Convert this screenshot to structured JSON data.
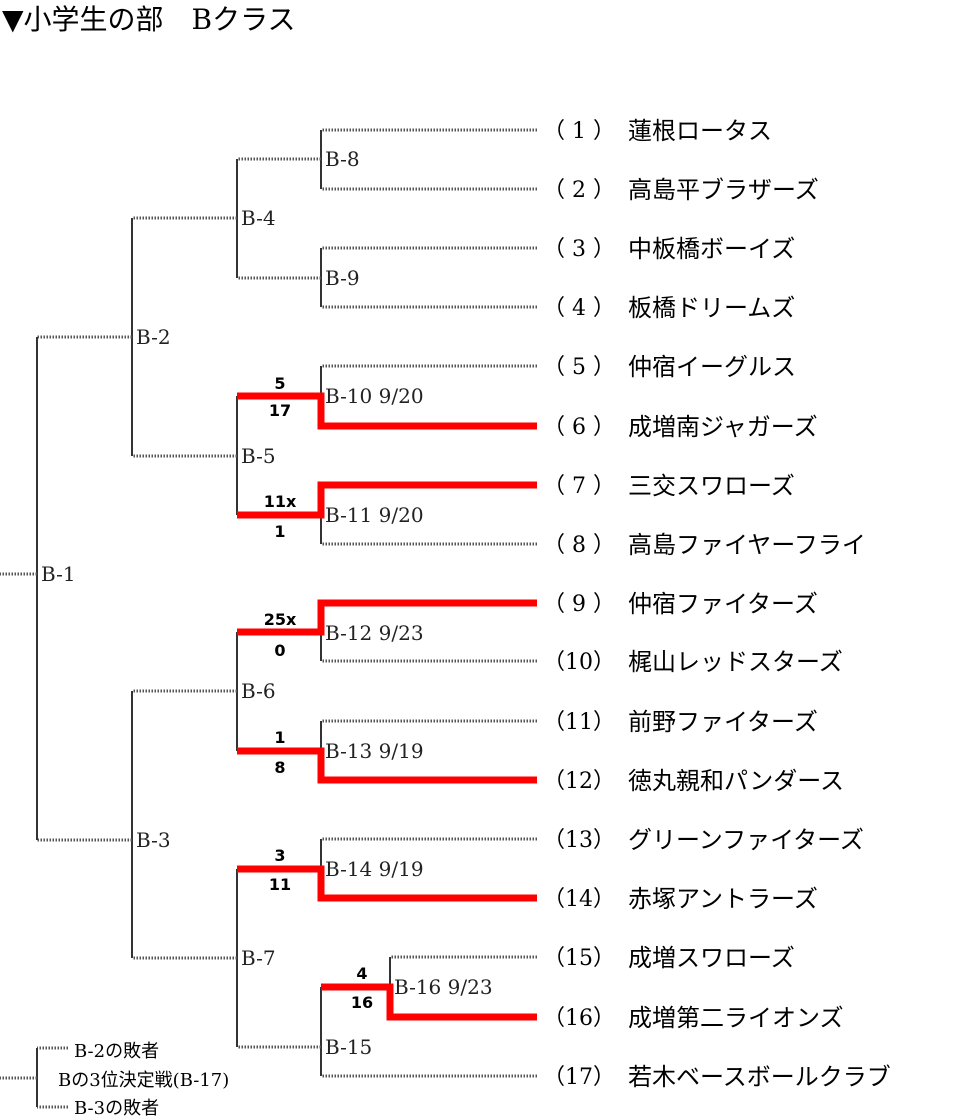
{
  "title": "▼小学生の部　Bクラス",
  "teams": [
    {
      "seed": "（ 1 ）",
      "name": "蓮根ロータス"
    },
    {
      "seed": "（ 2 ）",
      "name": "高島平ブラザーズ"
    },
    {
      "seed": "（ 3 ）",
      "name": "中板橋ボーイズ"
    },
    {
      "seed": "（ 4 ）",
      "name": "板橋ドリームズ"
    },
    {
      "seed": "（ 5 ）",
      "name": "仲宿イーグルス"
    },
    {
      "seed": "（ 6 ）",
      "name": "成増南ジャガーズ"
    },
    {
      "seed": "（ 7 ）",
      "name": "三交スワローズ"
    },
    {
      "seed": "（ 8 ）",
      "name": "高島ファイヤーフライ"
    },
    {
      "seed": "（ 9 ）",
      "name": "仲宿ファイターズ"
    },
    {
      "seed": "（10）",
      "name": "梶山レッドスターズ"
    },
    {
      "seed": "（11）",
      "name": "前野ファイターズ"
    },
    {
      "seed": "（12）",
      "name": "徳丸親和パンダース"
    },
    {
      "seed": "（13）",
      "name": "グリーンファイターズ"
    },
    {
      "seed": "（14）",
      "name": "赤塚アントラーズ"
    },
    {
      "seed": "（15）",
      "name": "成増スワローズ"
    },
    {
      "seed": "（16）",
      "name": "成増第二ライオンズ"
    },
    {
      "seed": "（17）",
      "name": "若木ベースボールクラブ"
    }
  ],
  "matches": {
    "b1": {
      "label": "B-1"
    },
    "b2": {
      "label": "B-2"
    },
    "b3": {
      "label": "B-3"
    },
    "b4": {
      "label": "B-4"
    },
    "b5": {
      "label": "B-5"
    },
    "b6": {
      "label": "B-6"
    },
    "b7": {
      "label": "B-7"
    },
    "b8": {
      "label": "B-8"
    },
    "b9": {
      "label": "B-9"
    },
    "b10": {
      "label": "B-10 9/20",
      "score_top": "5",
      "score_bottom": "17"
    },
    "b11": {
      "label": "B-11 9/20",
      "score_top": "11x",
      "score_bottom": "1"
    },
    "b12": {
      "label": "B-12 9/23",
      "score_top": "25x",
      "score_bottom": "0"
    },
    "b13": {
      "label": "B-13 9/19",
      "score_top": "1",
      "score_bottom": "8"
    },
    "b14": {
      "label": "B-14 9/19",
      "score_top": "3",
      "score_bottom": "11"
    },
    "b15": {
      "label": "B-15"
    },
    "b16": {
      "label": "B-16 9/23",
      "score_top": "4",
      "score_bottom": "16"
    }
  },
  "third_place": {
    "loser_top": "B-2の敗者",
    "title": "Bの3位決定戦(B-17)",
    "loser_bottom": "B-3の敗者"
  },
  "colors": {
    "winner_line": "#ff0000",
    "bracket_line": "#555555"
  }
}
